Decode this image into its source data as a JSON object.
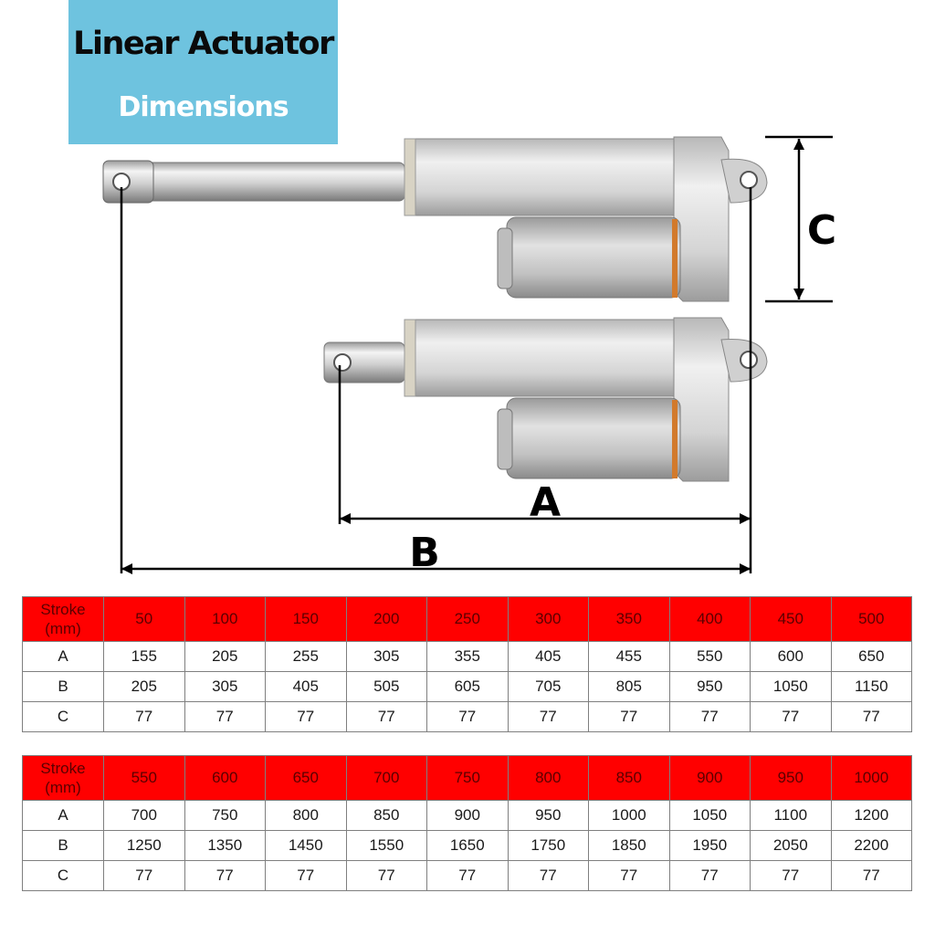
{
  "title": {
    "main": "Linear Actuator",
    "sub": "Dimensions"
  },
  "diagram": {
    "labels": {
      "a": "A",
      "b": "B",
      "c": "C"
    }
  },
  "tables": [
    {
      "header_label": [
        "Stroke",
        "(mm)"
      ],
      "strokes": [
        "50",
        "100",
        "150",
        "200",
        "250",
        "300",
        "350",
        "400",
        "450",
        "500"
      ],
      "rows": [
        {
          "label": "A",
          "values": [
            "155",
            "205",
            "255",
            "305",
            "355",
            "405",
            "455",
            "550",
            "600",
            "650"
          ]
        },
        {
          "label": "B",
          "values": [
            "205",
            "305",
            "405",
            "505",
            "605",
            "705",
            "805",
            "950",
            "1050",
            "1150"
          ]
        },
        {
          "label": "C",
          "values": [
            "77",
            "77",
            "77",
            "77",
            "77",
            "77",
            "77",
            "77",
            "77",
            "77"
          ]
        }
      ]
    },
    {
      "header_label": [
        "Stroke",
        "(mm)"
      ],
      "strokes": [
        "550",
        "600",
        "650",
        "700",
        "750",
        "800",
        "850",
        "900",
        "950",
        "1000"
      ],
      "rows": [
        {
          "label": "A",
          "values": [
            "700",
            "750",
            "800",
            "850",
            "900",
            "950",
            "1000",
            "1050",
            "1100",
            "1200"
          ]
        },
        {
          "label": "B",
          "values": [
            "1250",
            "1350",
            "1450",
            "1550",
            "1650",
            "1750",
            "1850",
            "1950",
            "2050",
            "2200"
          ]
        },
        {
          "label": "C",
          "values": [
            "77",
            "77",
            "77",
            "77",
            "77",
            "77",
            "77",
            "77",
            "77",
            "77"
          ]
        }
      ]
    }
  ],
  "colors": {
    "header_red": "#ff0000",
    "title_bg": "#6ec3df"
  }
}
